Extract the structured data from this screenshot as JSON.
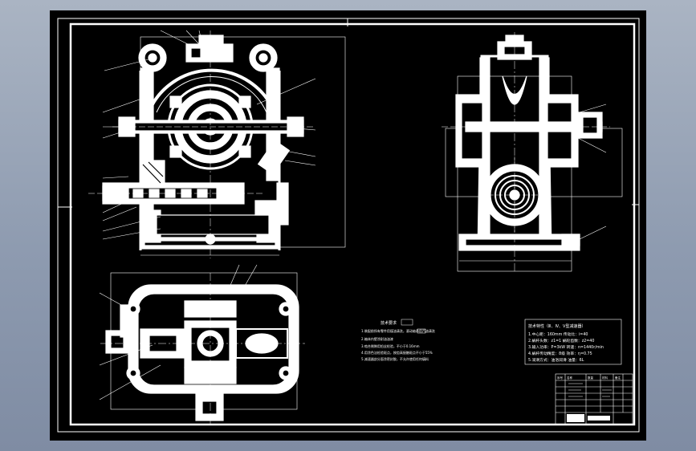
{
  "drawing": {
    "background": "#000000",
    "line_color": "#ffffff",
    "page_color": "#8e9bb0"
  },
  "notes_right": {
    "title": "技术特性（Ⅲ、Ⅳ、Ⅴ型减速器）",
    "lines": [
      "1.中心距：160mm 传动比：i=40",
      "2.蜗杆头数：z1=1 蜗轮齿数：z2=40",
      "3.输入功率：P=3kW 转速：n=1440r/min",
      "4.蜗杆传动精度：8级 效率：η=0.75",
      "5.润滑方式：油浴润滑 油量：6L"
    ]
  },
  "notes_center": {
    "title": "技术要求",
    "lines": [
      "1.装配前所有零件用煤油清洗，滚动轴承用汽油清洗",
      "2.箱体内壁涂耐油油漆",
      "3.啮合侧隙用铅丝检验，不小于0.16mm",
      "4.用涂色法检验斑点，按齿高接触斑点不小于55%",
      "5.减速器剖分面涂密封胶，不允许使用任何填料"
    ]
  },
  "title_block": {
    "header": [
      "序号",
      "名称",
      "数量",
      "材料",
      "备注"
    ],
    "rows": [
      [
        "",
        "",
        "",
        "",
        ""
      ],
      [
        "",
        "",
        "",
        "",
        ""
      ],
      [
        "",
        "",
        "",
        "",
        ""
      ]
    ]
  }
}
